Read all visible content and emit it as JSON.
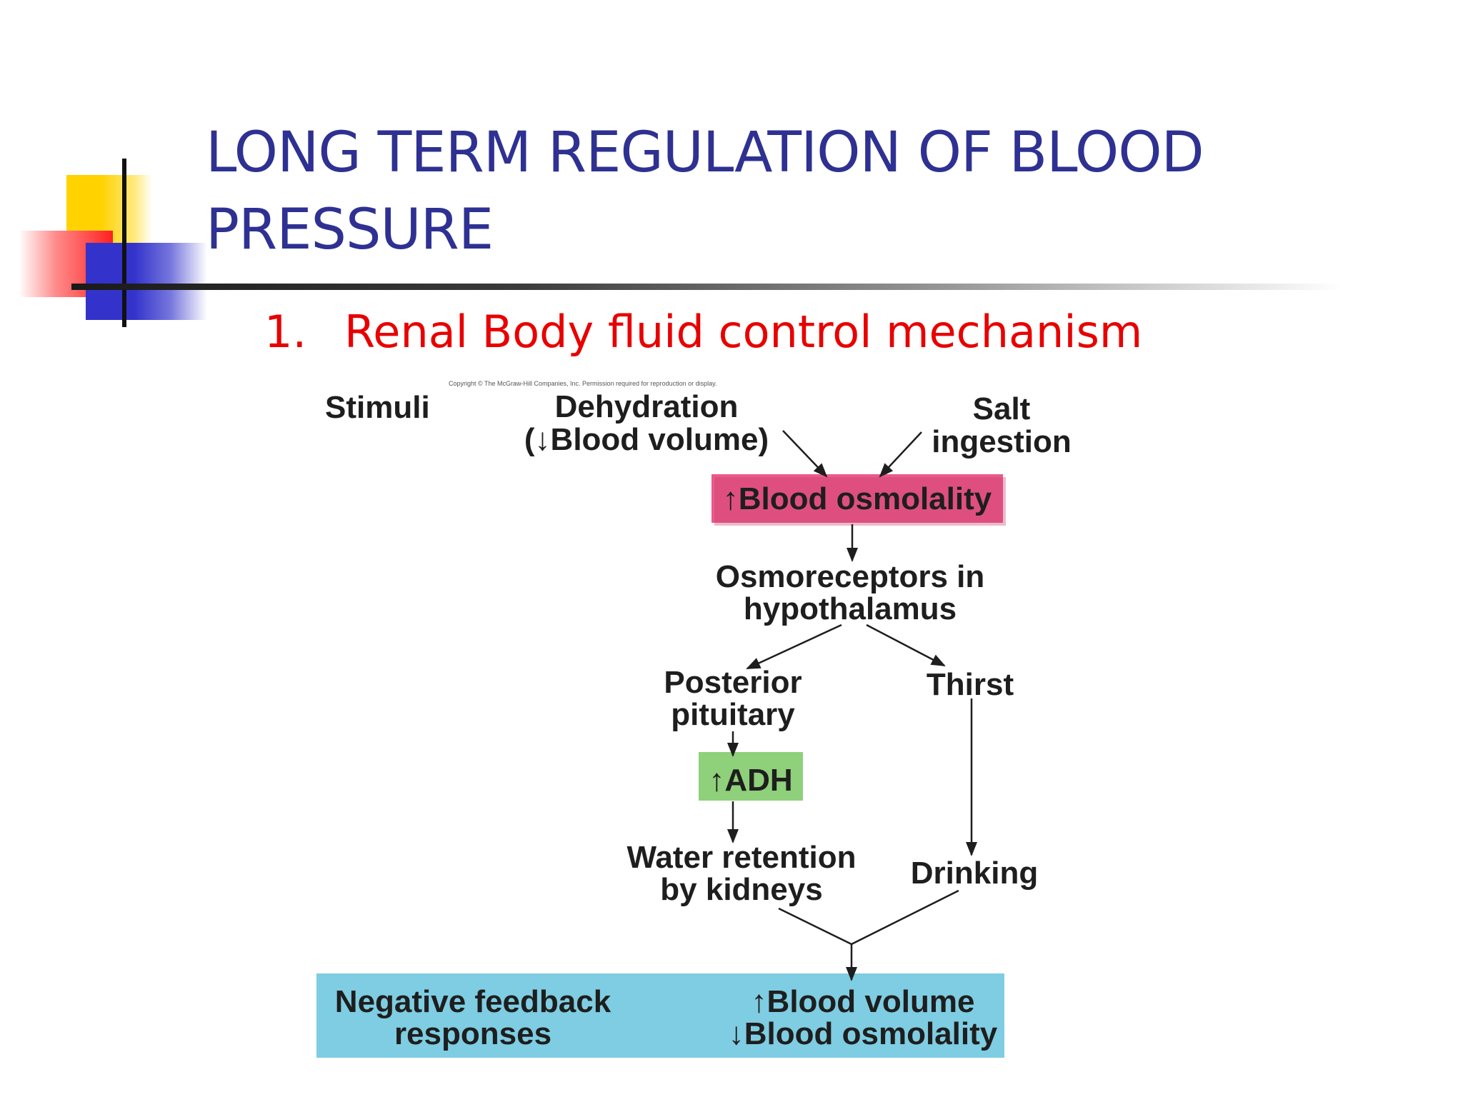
{
  "slide": {
    "title_line1": "LONG TERM REGULATION OF BLOOD",
    "title_line2": "PRESSURE",
    "subtitle_number": "1.",
    "subtitle_text": "Renal Body fluid control mechanism"
  },
  "diagram": {
    "copyright": "Copyright © The McGraw-Hill Companies, Inc. Permission required for reproduction or display.",
    "stimuli_label": "Stimuli",
    "dehydration_line1": "Dehydration",
    "dehydration_line2": "(↓Blood volume)",
    "salt_line1": "Salt",
    "salt_line2": "ingestion",
    "blood_osmolality": "↑Blood osmolality",
    "osmoreceptors_line1": "Osmoreceptors in",
    "osmoreceptors_line2": "hypothalamus",
    "posterior_line1": "Posterior",
    "posterior_line2": "pituitary",
    "thirst": "Thirst",
    "adh": "↑ADH",
    "water_line1": "Water retention",
    "water_line2": "by kidneys",
    "drinking": "Drinking",
    "feedback_line1": "Negative feedback",
    "feedback_line2": "responses",
    "result_line1": "↑Blood volume",
    "result_line2": "↓Blood osmolality"
  },
  "colors": {
    "title": "#2e3192",
    "subtitle": "#e80000",
    "osmolality_box": "#ea5a8a",
    "adh_box": "#8fd07a",
    "feedback_box": "#7ecde2"
  }
}
